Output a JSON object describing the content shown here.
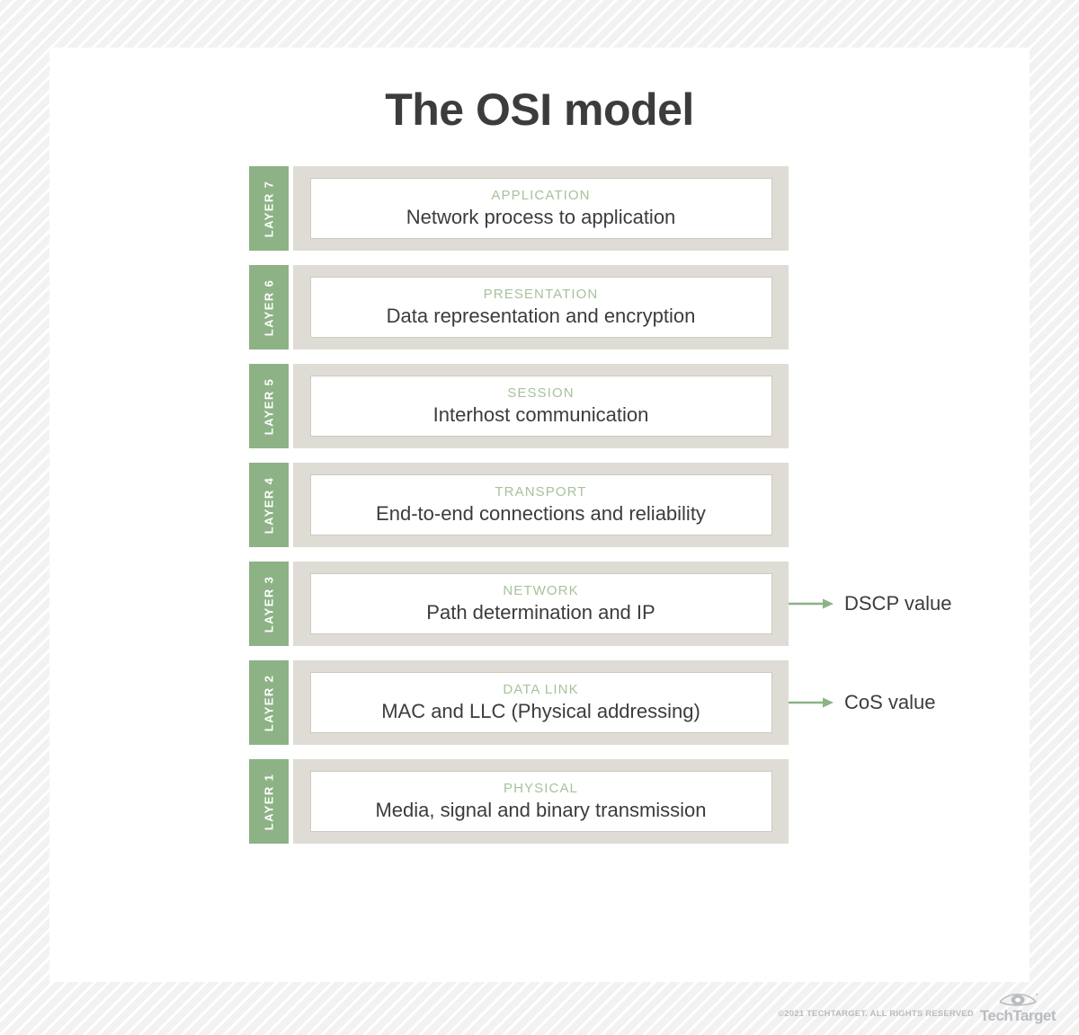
{
  "page": {
    "title": "The OSI model",
    "accent_green": "#8db286",
    "label_green": "#a7c29b",
    "band_gray": "#dfdcd5",
    "text_dark": "#3c3c3c"
  },
  "layers": [
    {
      "tab": "LAYER 7",
      "name": "APPLICATION",
      "description": "Network process to application",
      "annotation": null
    },
    {
      "tab": "LAYER 6",
      "name": "PRESENTATION",
      "description": "Data representation and encryption",
      "annotation": null
    },
    {
      "tab": "LAYER 5",
      "name": "SESSION",
      "description": "Interhost communication",
      "annotation": null
    },
    {
      "tab": "LAYER 4",
      "name": "TRANSPORT",
      "description": "End-to-end connections and reliability",
      "annotation": null
    },
    {
      "tab": "LAYER 3",
      "name": "NETWORK",
      "description": "Path determination and IP",
      "annotation": "DSCP value"
    },
    {
      "tab": "LAYER 2",
      "name": "DATA LINK",
      "description": "MAC and LLC (Physical addressing)",
      "annotation": "CoS value"
    },
    {
      "tab": "LAYER 1",
      "name": "PHYSICAL",
      "description": "Media, signal and binary transmission",
      "annotation": null
    }
  ],
  "footer": {
    "copyright": "©2021 TECHTARGET. ALL RIGHTS RESERVED",
    "logo_name": "TechTarget"
  }
}
